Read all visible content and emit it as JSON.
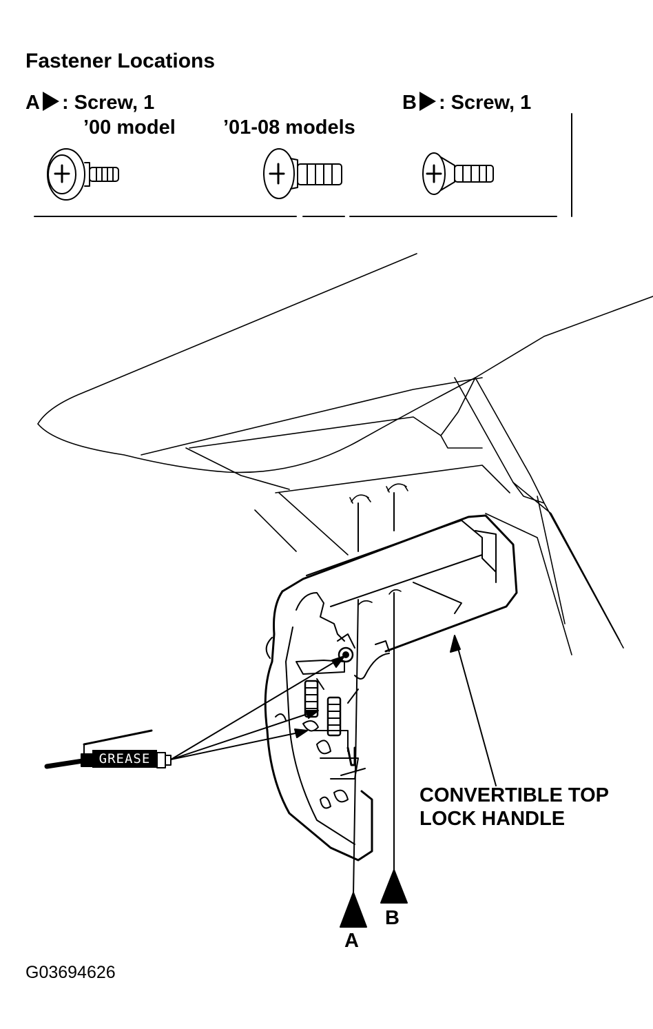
{
  "header": {
    "title": "Fastener Locations"
  },
  "fasteners": {
    "a": {
      "letter": "A",
      "desc": ": Screw, 1",
      "model_1": "’00 model",
      "model_2": "’01-08 models"
    },
    "b": {
      "letter": "B",
      "desc": ": Screw, 1"
    }
  },
  "diagram": {
    "part_label_line1": "CONVERTIBLE TOP",
    "part_label_line2": "LOCK HANDLE",
    "grease_label": "GREASE",
    "pointer_a": "A",
    "pointer_b": "B"
  },
  "footer": {
    "figure_id": "G03694626"
  },
  "colors": {
    "ink": "#000000",
    "paper": "#ffffff"
  }
}
